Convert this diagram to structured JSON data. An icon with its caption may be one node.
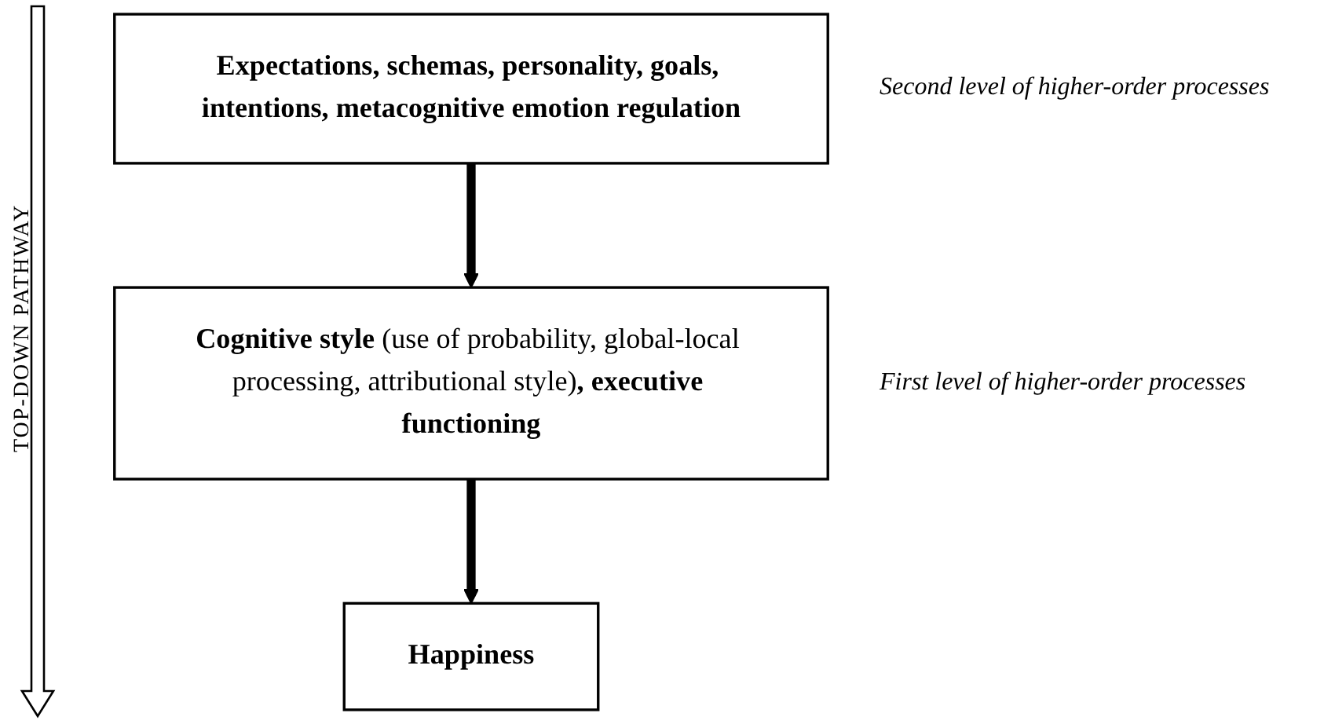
{
  "diagram": {
    "nodes": [
      {
        "text": [
          "Expectations, schemas, personality, goals, intentions, metacognitive emotion regulation"
        ],
        "beside": [
          "Second level of higher-order processes"
        ]
      },
      {
        "text": [
          "**Cognitive style** (use of probability, global-local processing, attributional style)**, executive functioning**"
        ],
        "beside": [
          "First level of higher-order processes"
        ]
      },
      {
        "text": [
          "Happiness"
        ]
      }
    ],
    "edges": [
      {
        "from": 0,
        "to": 1,
        "arrow": "to"
      },
      {
        "from": 1,
        "to": 2,
        "arrow": "to"
      }
    ],
    "labels": [
      "TOP-DOWN PATHWAY"
    ]
  }
}
